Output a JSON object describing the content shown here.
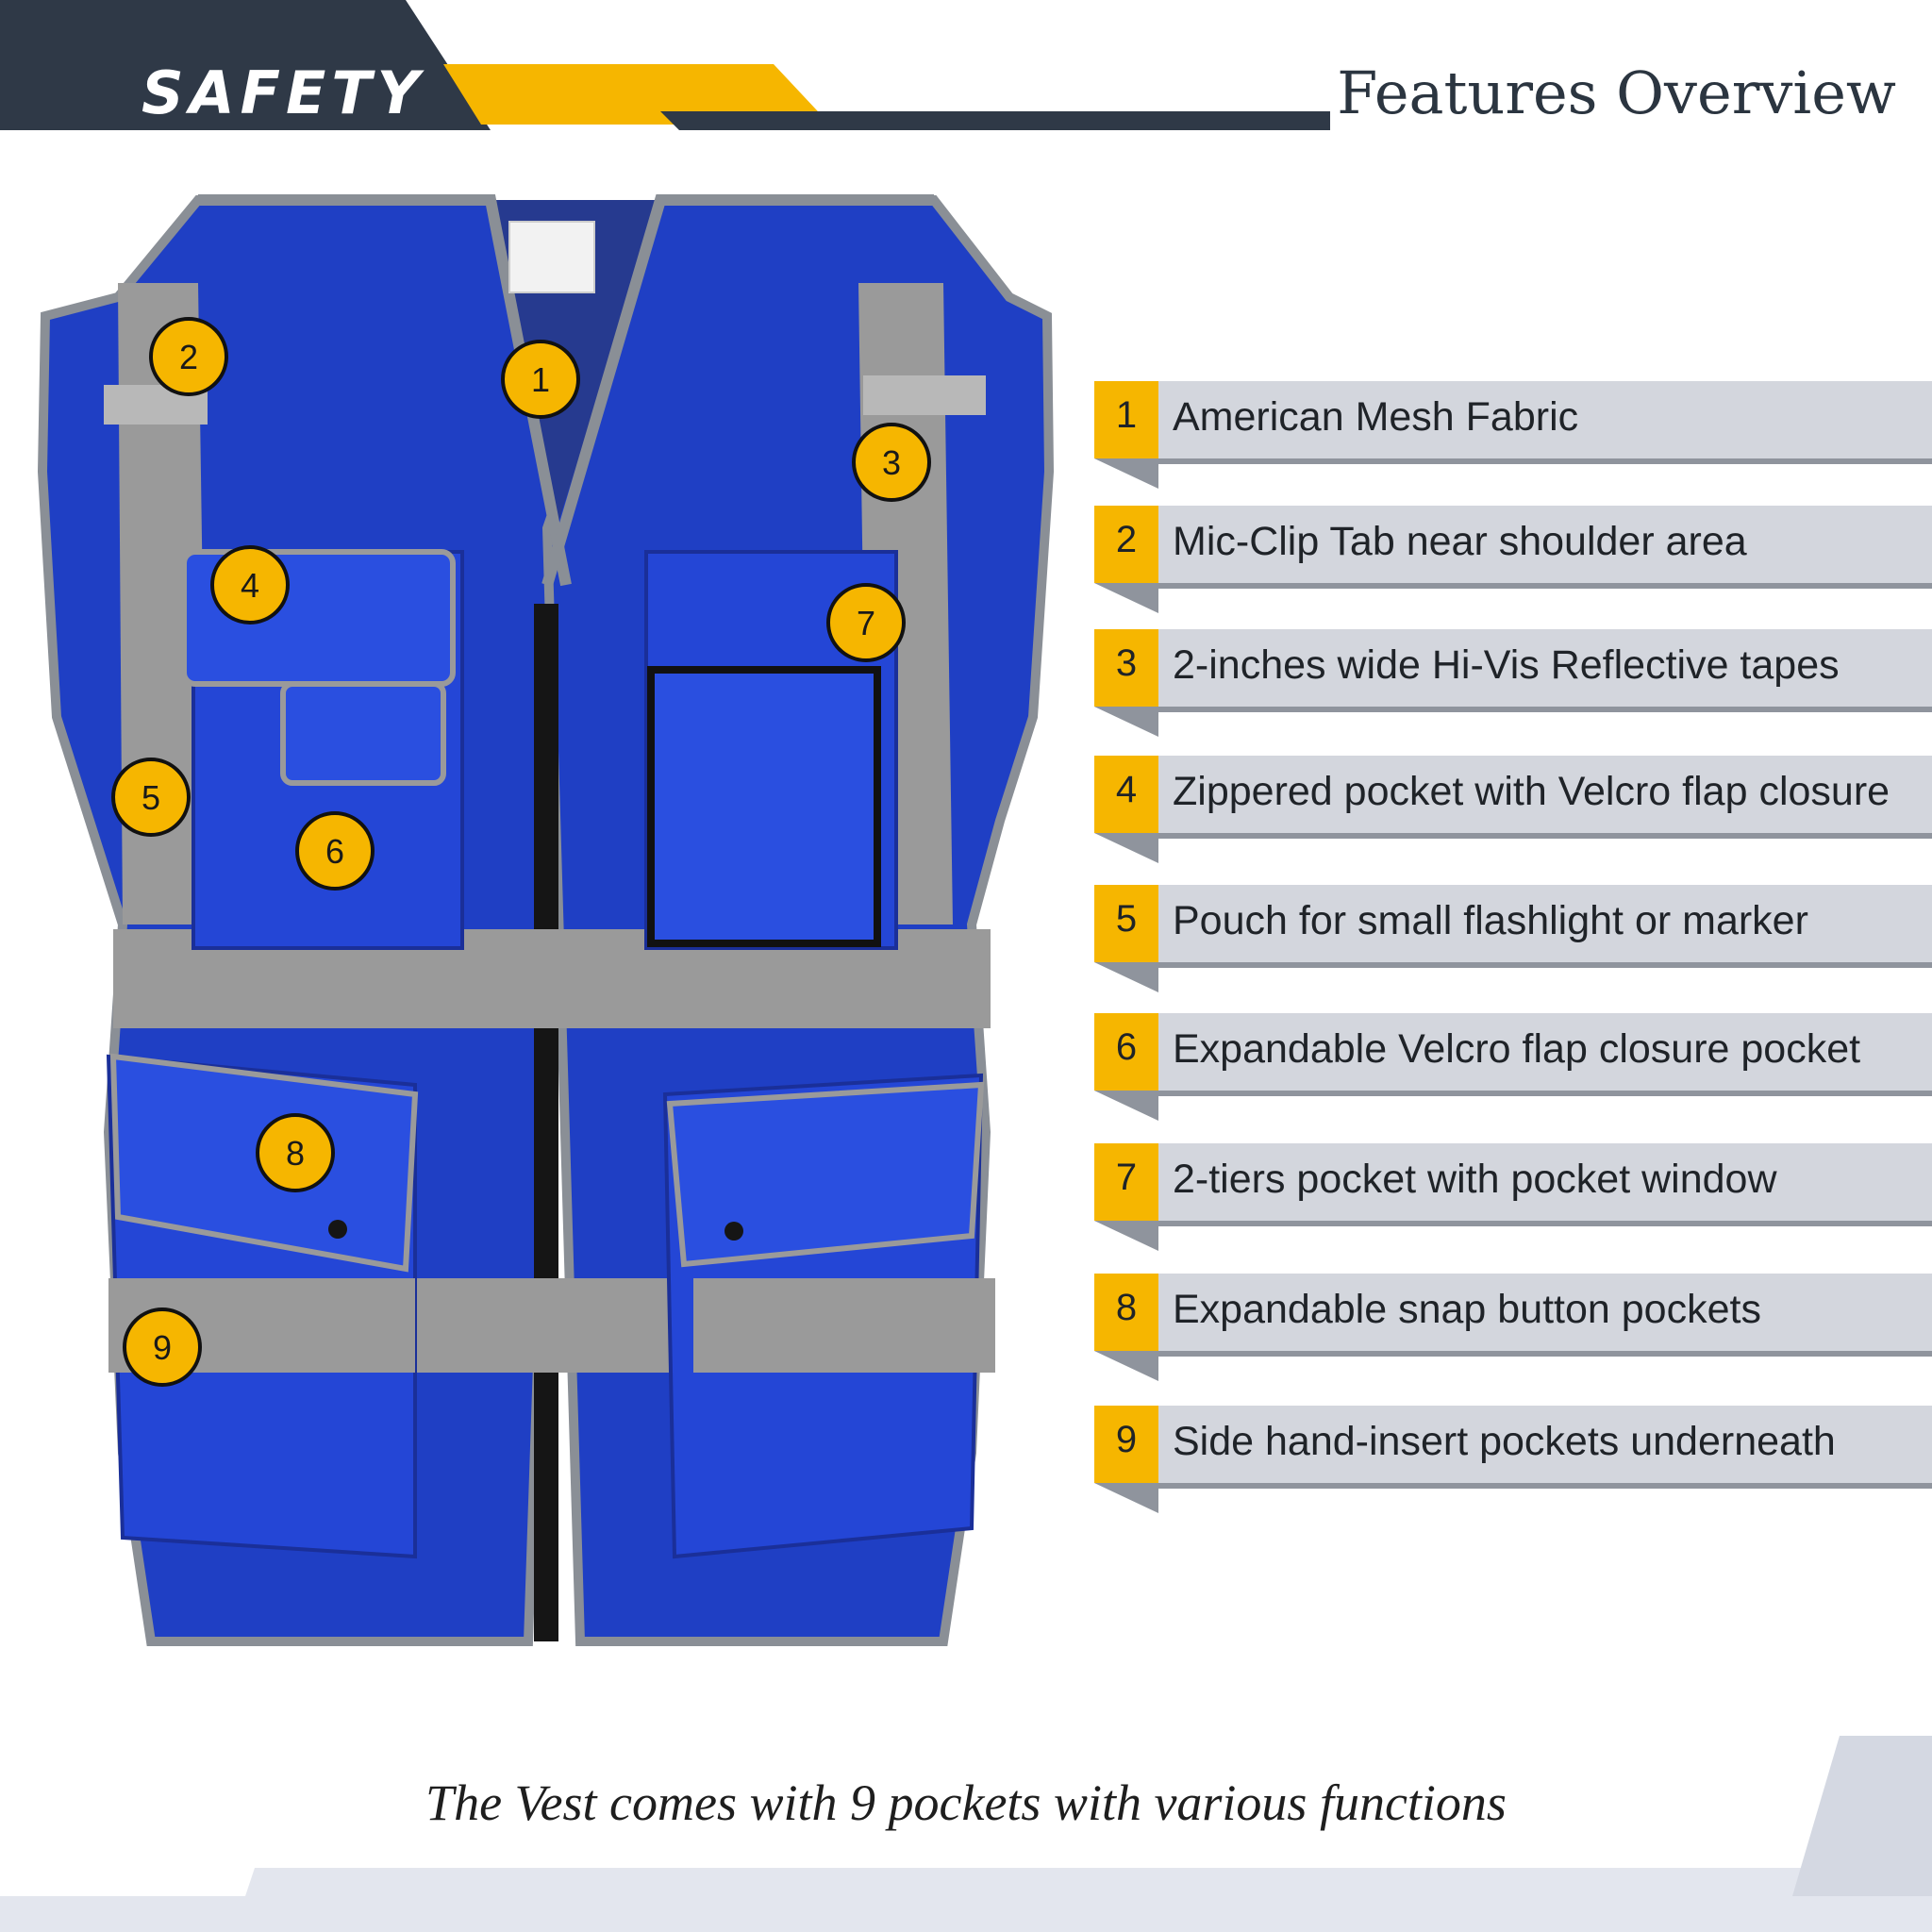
{
  "header": {
    "brand": "SAFETY",
    "title": "Features Overview"
  },
  "features": [
    {
      "number": "1",
      "label": "American Mesh Fabric"
    },
    {
      "number": "2",
      "label": "Mic-Clip Tab near shoulder area"
    },
    {
      "number": "3",
      "label": "2-inches wide Hi-Vis Reflective tapes"
    },
    {
      "number": "4",
      "label": "Zippered pocket with Velcro flap closure"
    },
    {
      "number": "5",
      "label": "Pouch for small flashlight or marker"
    },
    {
      "number": "6",
      "label": "Expandable Velcro flap closure pocket"
    },
    {
      "number": "7",
      "label": "2-tiers pocket with pocket window"
    },
    {
      "number": "8",
      "label": "Expandable snap button pockets"
    },
    {
      "number": "9",
      "label": "Side hand-insert pockets underneath"
    }
  ],
  "caption": "The Vest comes with 9 pockets with various functions",
  "colors": {
    "header_dark": "#2f3947",
    "accent_yellow": "#f6b600",
    "vest_blue": "#1f3fc4",
    "reflective_gray": "#9a9a9a",
    "band_gray": "#d3d6dd"
  }
}
